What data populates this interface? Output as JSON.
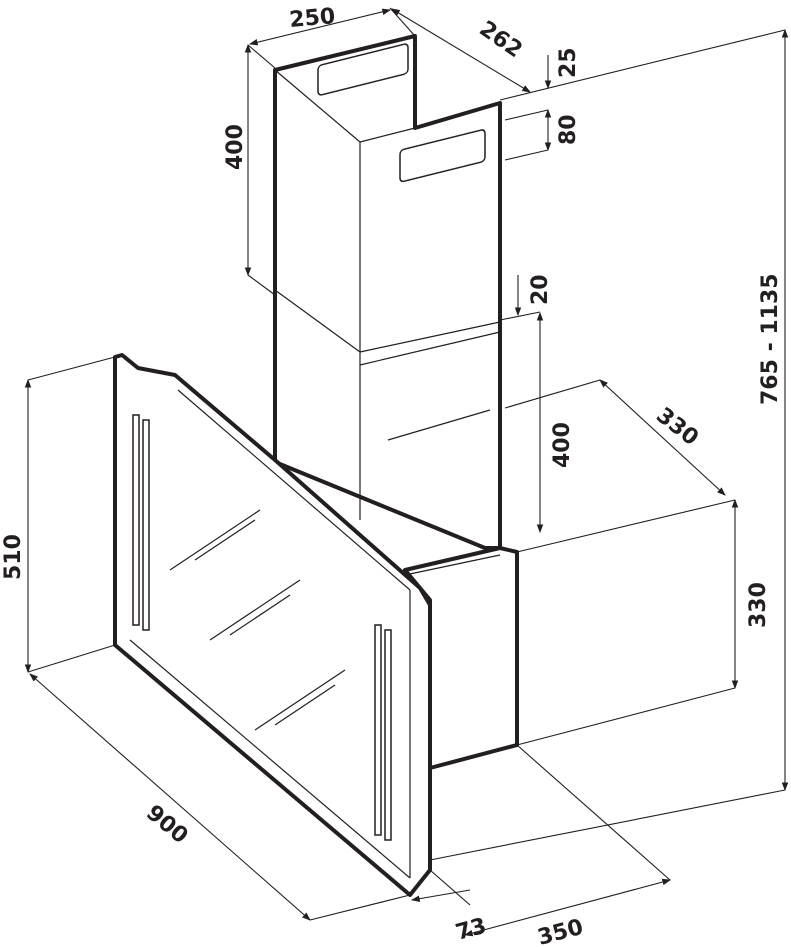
{
  "title": "Range hood dimension drawing",
  "dimensions": {
    "chimney_width": "250",
    "chimney_depth": "262",
    "top_offset": "25",
    "vent_height": "80",
    "upper_chimney_height": "400",
    "overlap": "20",
    "lower_chimney_height": "400",
    "box_depth": "330",
    "box_height": "330",
    "total_height": "765 - 1135",
    "panel_height": "510",
    "panel_width": "900",
    "panel_offset": "73",
    "total_depth": "350"
  }
}
